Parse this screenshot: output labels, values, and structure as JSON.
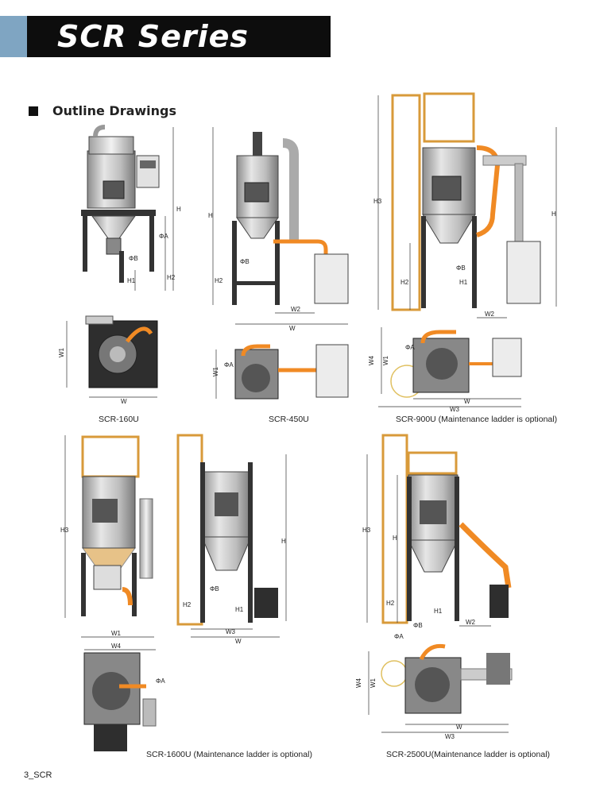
{
  "header": {
    "series_title": "SCR Series"
  },
  "section": {
    "title": "Outline Drawings"
  },
  "models": [
    {
      "caption": "SCR-160U"
    },
    {
      "caption": "SCR-450U"
    },
    {
      "caption": "SCR-900U (Maintenance ladder is optional)"
    },
    {
      "caption": "SCR-1600U (Maintenance ladder is optional)"
    },
    {
      "caption": "SCR-2500U(Maintenance ladder is optional)"
    }
  ],
  "dimension_labels": {
    "H": "H",
    "H1": "H1",
    "H2": "H2",
    "H3": "H3",
    "W": "W",
    "W1": "W1",
    "W2": "W2",
    "W3": "W3",
    "W4": "W4",
    "PhiA": "ΦA",
    "PhiB": "ΦB"
  },
  "colors": {
    "accent_bar": "#7fa5c2",
    "banner": "#0d0d0d",
    "hose": "#f08a24",
    "ladder": "#d89a3a"
  },
  "footer": {
    "page_label": "3_SCR"
  }
}
